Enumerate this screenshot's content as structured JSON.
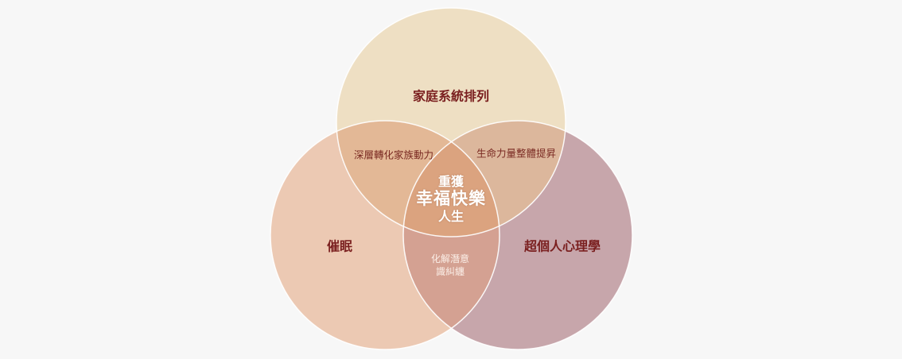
{
  "diagram": {
    "type": "venn",
    "background": "#f7f7f7",
    "circles": [
      {
        "id": "top",
        "label": "家庭系統排列",
        "color": "#eedfc3"
      },
      {
        "id": "left",
        "label": "催眠",
        "color": "#ecc9b3"
      },
      {
        "id": "right",
        "label": "超個人心理學",
        "color": "#c7a6ab"
      }
    ],
    "intersections": {
      "top_left": "深層轉化家族動力",
      "top_right": "生命力量整體提昇",
      "left_right_line1": "化解潛意",
      "left_right_line2": "識糾纏",
      "center_line1": "重獲",
      "center_line2": "幸福快樂",
      "center_line3": "人生"
    },
    "region_colors": {
      "top_left": "#e3b896",
      "top_right": "#dcb79c",
      "left_right": "#d4a192",
      "center": "#dba37f"
    },
    "text_colors": {
      "title": "#7a1f1f",
      "pair": "#7a2a22",
      "center": "#ffffff"
    }
  }
}
